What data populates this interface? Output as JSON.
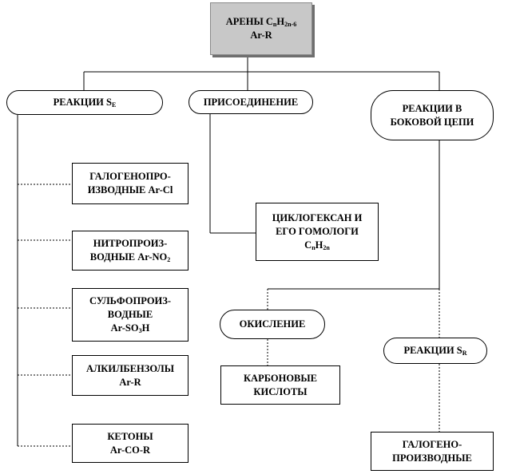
{
  "top": {
    "line1_pre": "АРЕНЫ C",
    "sub_n1": "n",
    "mid": "H",
    "sub_2n6": "2n-6",
    "line2": "Ar-R"
  },
  "branches": {
    "se": {
      "label_pre": "РЕАКЦИИ S",
      "label_sub": "E"
    },
    "addition": {
      "label": "ПРИСОЕДИНЕНИЕ"
    },
    "side_chain": {
      "line1": "РЕАКЦИИ В",
      "line2": "БОКОВОЙ ЦЕПИ"
    }
  },
  "se_products": [
    {
      "line1": "ГАЛОГЕНОПРО-",
      "line2": "ИЗВОДНЫЕ Ar-Cl"
    },
    {
      "line1": "НИТРОПРОИЗ-",
      "line2_pre": "ВОДНЫЕ Ar-NO",
      "line2_sub": "2"
    },
    {
      "line1": "СУЛЬФОПРОИЗ-",
      "line2": "ВОДНЫЕ",
      "line3_pre": "Ar-SO",
      "line3_sub": "3",
      "line3_post": "H"
    },
    {
      "line1": "АЛКИЛБЕНЗОЛЫ",
      "line2": "Ar-R"
    },
    {
      "line1": "КЕТОНЫ",
      "line2": "Ar-CO-R"
    }
  ],
  "addition_product": {
    "line1": "ЦИКЛОГЕКСАН И",
    "line2": "ЕГО ГОМОЛОГИ",
    "line3_pre": "C",
    "line3_sub1": "n",
    "line3_mid": "H",
    "line3_sub2": "2n"
  },
  "side_chain_children": {
    "oxidation": {
      "label": "ОКИСЛЕНИЕ"
    },
    "carboxylic": {
      "line1": "КАРБОНОВЫЕ",
      "line2": "КИСЛОТЫ"
    },
    "sr": {
      "label_pre": "РЕАКЦИИ S",
      "label_sub": "R"
    },
    "halogen": {
      "line1": "ГАЛОГЕНО-",
      "line2": "ПРОИЗВОДНЫЕ"
    }
  }
}
